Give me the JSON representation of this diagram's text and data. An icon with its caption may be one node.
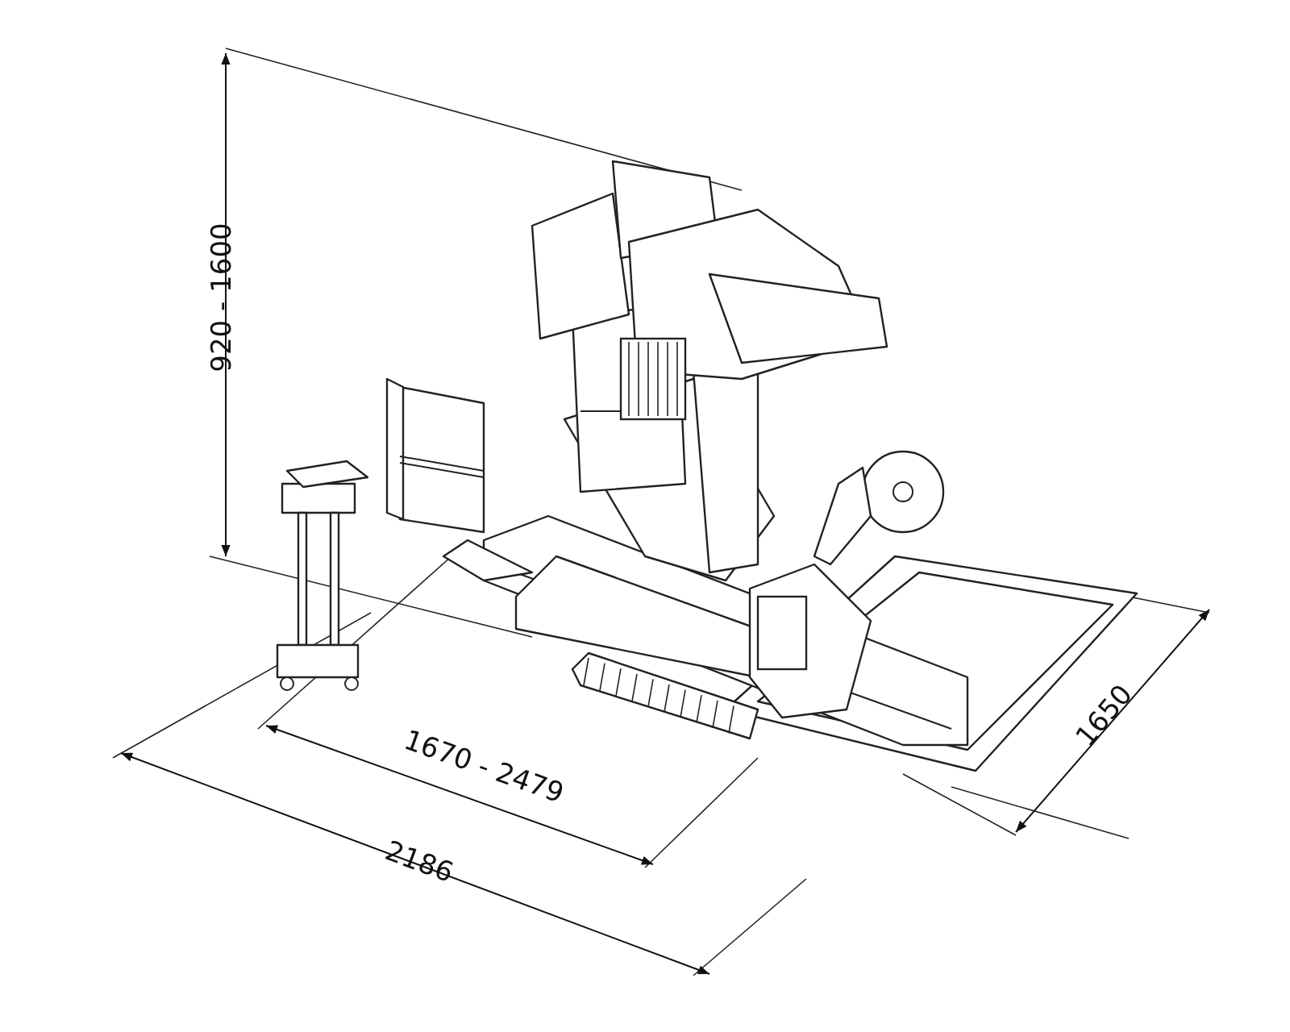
{
  "diagram": {
    "labels": [
      "920 - 1600",
      "1670 - 2479",
      "2186",
      "1650"
    ]
  }
}
